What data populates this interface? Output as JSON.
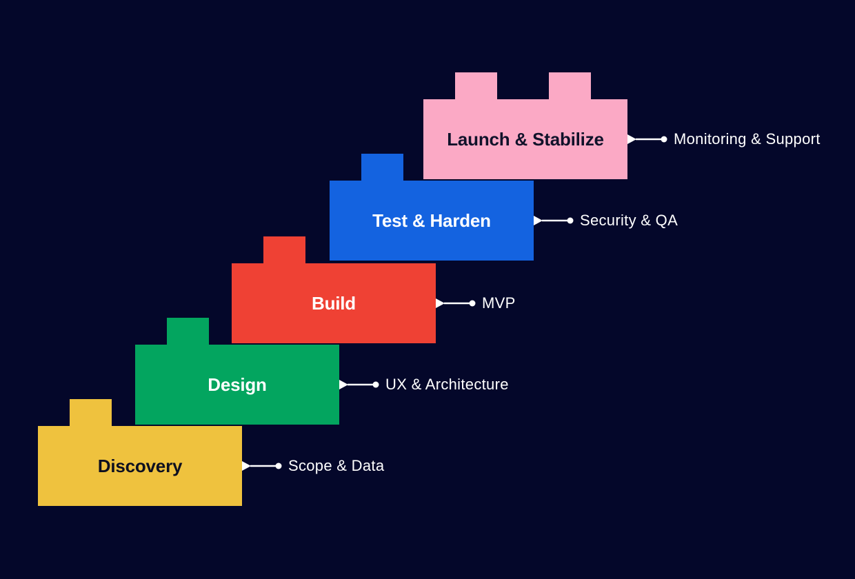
{
  "background_color": "#04072A",
  "connector_color": "#FFFFFF",
  "phases": [
    {
      "id": "discovery",
      "title": "Discovery",
      "label": "Scope & Data",
      "color": "#EFC23E",
      "text_color": "#0E1020"
    },
    {
      "id": "design",
      "title": "Design",
      "label": "UX & Architecture",
      "color": "#03A55F",
      "text_color": "#FFFFFF"
    },
    {
      "id": "build",
      "title": "Build",
      "label": "MVP",
      "color": "#EF4134",
      "text_color": "#FFFFFF"
    },
    {
      "id": "test-harden",
      "title": "Test & Harden",
      "label": "Security & QA",
      "color": "#1463E0",
      "text_color": "#FFFFFF"
    },
    {
      "id": "launch-stabilize",
      "title": "Launch & Stabilize",
      "label": "Monitoring & Support",
      "color": "#FBA9C5",
      "text_color": "#10122A"
    }
  ]
}
